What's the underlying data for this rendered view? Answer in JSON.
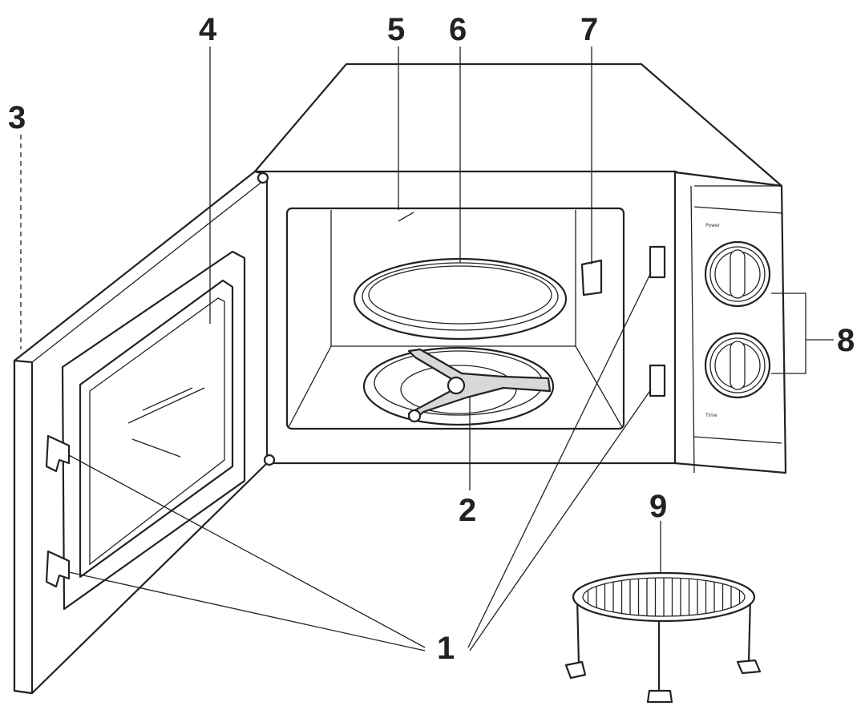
{
  "labels": {
    "hinges": "1",
    "coupler": "2",
    "door_seal": "3",
    "door_window": "4",
    "light": "5",
    "turntable": "6",
    "cover": "7",
    "controls": "8",
    "rack": "9"
  },
  "panel": {
    "power_label": "Power",
    "time_label": "Time"
  }
}
